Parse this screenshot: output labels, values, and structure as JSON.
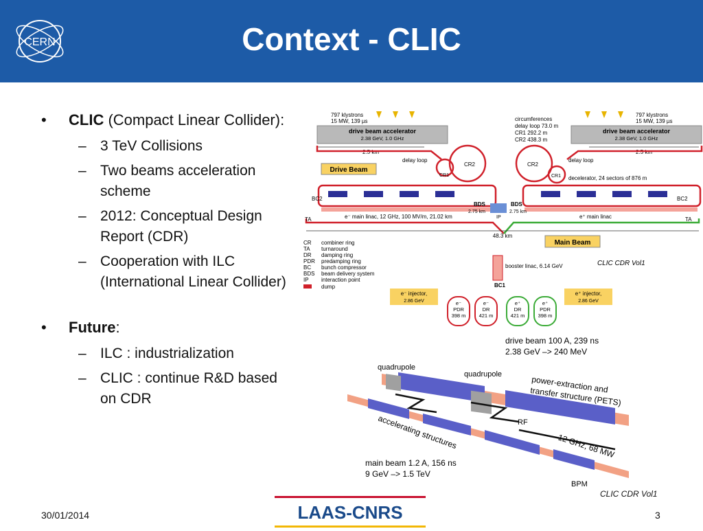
{
  "header": {
    "title": "Context - CLIC",
    "logo_text": "CERN",
    "bg_color": "#1d5ba7"
  },
  "bullets": {
    "clic_bold": "CLIC",
    "clic_rest": " (Compact Linear Collider):",
    "clic_subs": [
      "3 TeV Collisions",
      "Two beams acceleration scheme",
      "2012: Conceptual Design Report (CDR)",
      "Cooperation with ILC (International Linear Collider)"
    ],
    "future_bold": "Future",
    "future_rest": ":",
    "future_subs": [
      "ILC : industrialization",
      "CLIC : continue R&D based on CDR"
    ]
  },
  "diagram_top": {
    "klystrons_left": "797 klystrons",
    "klystrons_left2": "15 MW, 139 µs",
    "klystrons_right": "797 klystrons",
    "klystrons_right2": "15 MW, 139 µs",
    "drive_accel": "drive beam accelerator",
    "drive_accel_spec": "2.38 GeV, 1.0 GHz",
    "len_2_5": "2.5 km",
    "circ_title": "circumferences",
    "circ_delay": "delay loop 73.0 m",
    "circ_cr1": "CR1 292.2 m",
    "circ_cr2": "CR2 438.3 m",
    "delay_loop": "delay loop",
    "drive_beam": "Drive Beam",
    "cr1": "CR1",
    "cr2": "CR2",
    "decelerator": "decelerator, 24 sectors of 876 m",
    "bc2": "BC2",
    "bds": "BDS",
    "bds_len": "2.75 km",
    "ip": "IP",
    "ta": "TA",
    "main_linac_left": "e⁻ main linac, 12 GHz, 100 MV/m, 21.02 km",
    "main_linac_right": "e⁺ main linac",
    "total_len": "48.3 km",
    "main_beam": "Main Beam",
    "legend": [
      [
        "CR",
        "combiner ring"
      ],
      [
        "TA",
        "turnaround"
      ],
      [
        "DR",
        "damping ring"
      ],
      [
        "PDR",
        "predamping ring"
      ],
      [
        "BC",
        "bunch compressor"
      ],
      [
        "BDS",
        "beam delivery system"
      ],
      [
        "IP",
        "interaction point"
      ],
      [
        "",
        "dump"
      ]
    ],
    "booster": "booster linac, 6.14 GeV",
    "bc1": "BC1",
    "inj_left": "e⁻ injector,",
    "inj_left2": "2.86 GeV",
    "inj_right": "e⁺ injector,",
    "inj_right2": "2.86 GeV",
    "rings": [
      [
        "e⁻",
        "PDR",
        "398 m"
      ],
      [
        "e⁻",
        "DR",
        "421 m"
      ],
      [
        "e⁺",
        "DR",
        "421 m"
      ],
      [
        "e⁺",
        "PDR",
        "398 m"
      ]
    ],
    "caption": "CLIC CDR Vol1"
  },
  "diagram_bottom": {
    "drive_beam1": "drive beam 100 A, 239 ns",
    "drive_beam2": "2.38 GeV –> 240 MeV",
    "quad1": "quadrupole",
    "quad2": "quadrupole",
    "pets1": "power-extraction and",
    "pets2": "transfer structure (PETS)",
    "rf": "RF",
    "acc": "accelerating structures",
    "freq": "12 GHz, 68 MW",
    "main1": "main beam 1.2 A, 156 ns",
    "main2": "9 GeV –> 1.5 TeV",
    "bpm": "BPM",
    "caption": "CLIC CDR Vol1"
  },
  "footer": {
    "date": "30/01/2014",
    "logo_text": "LAAS-CNRS",
    "page": "3"
  }
}
